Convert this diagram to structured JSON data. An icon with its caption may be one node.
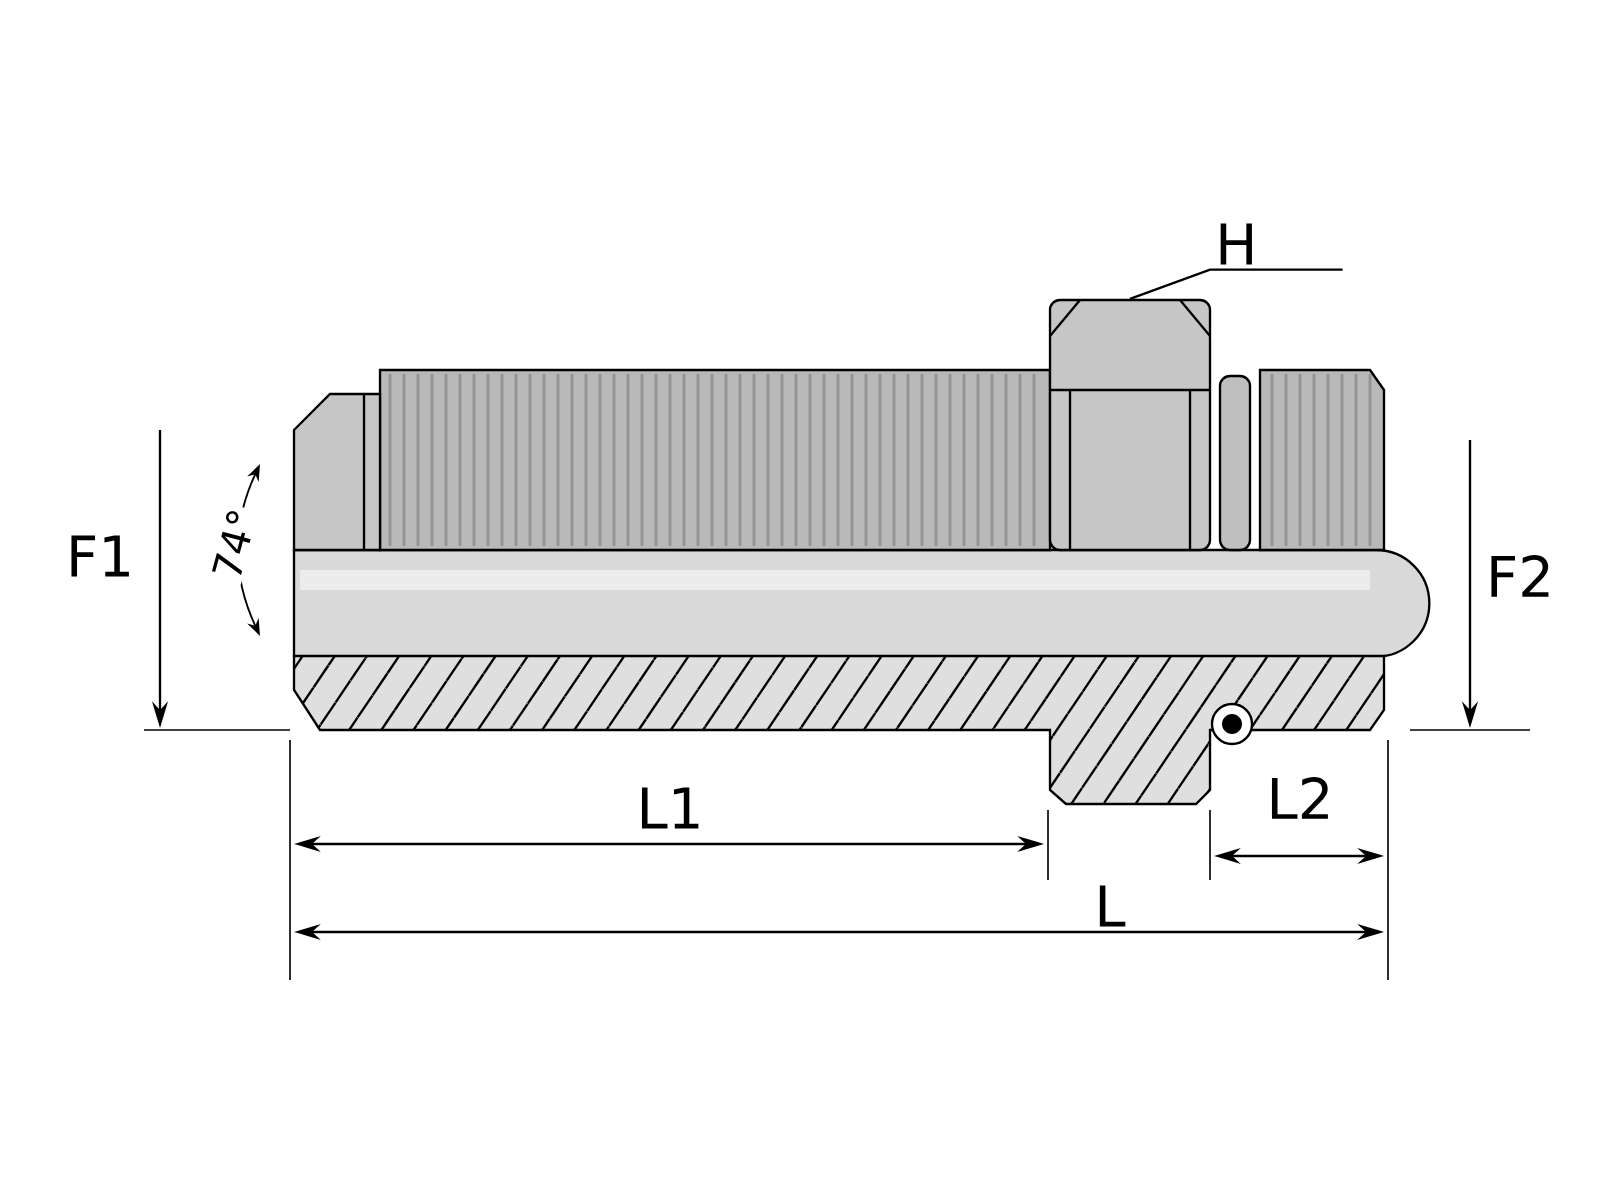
{
  "diagram": {
    "nodes": [
      {
        "text": [
          "H"
        ]
      },
      {
        "text": [],
        "shape": "box"
      }
    ],
    "edges": [
      {
        "from": 0,
        "to": 1,
        "arrow": "none"
      }
    ],
    "labels": [
      "F1",
      "F2",
      "74°",
      "L1",
      "L2",
      "L"
    ]
  }
}
